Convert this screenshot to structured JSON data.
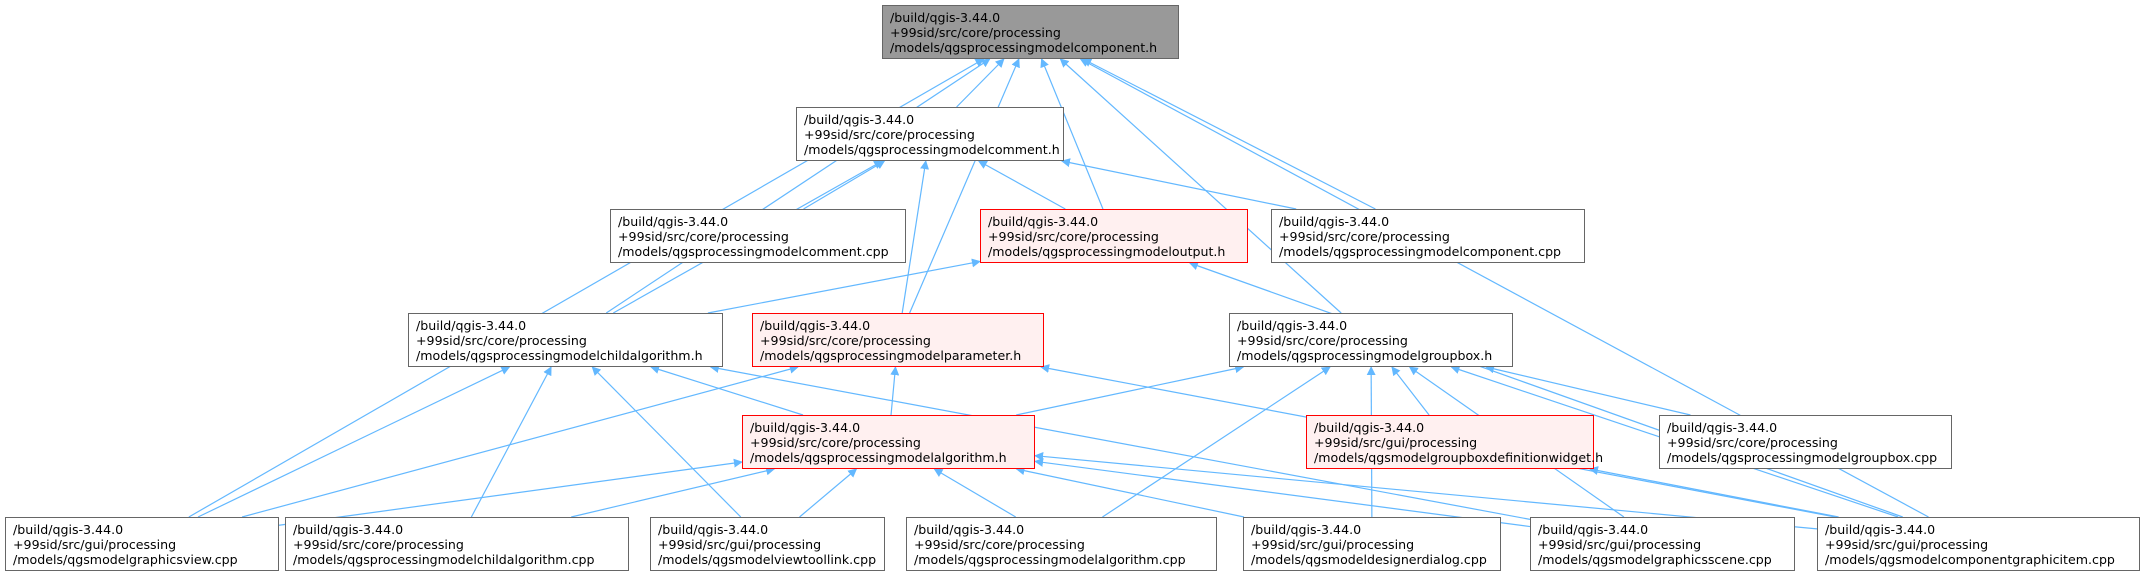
{
  "colors": {
    "edge": "#63b8ff",
    "border": "#666666",
    "root_fill": "#999999",
    "highlight_fill": "#fff0f0",
    "highlight_border": "#ff0000"
  },
  "nodes": [
    {
      "id": "component_h",
      "style": "root",
      "lines": [
        "/build/qgis-3.44.0",
        "+99sid/src/core/processing",
        "/models/qgsprocessingmodelcomponent.h"
      ]
    },
    {
      "id": "comment_h",
      "style": "plain",
      "lines": [
        "/build/qgis-3.44.0",
        "+99sid/src/core/processing",
        "/models/qgsprocessingmodelcomment.h"
      ]
    },
    {
      "id": "comment_cpp",
      "style": "plain",
      "lines": [
        "/build/qgis-3.44.0",
        "+99sid/src/core/processing",
        "/models/qgsprocessingmodelcomment.cpp"
      ]
    },
    {
      "id": "output_h",
      "style": "red",
      "lines": [
        "/build/qgis-3.44.0",
        "+99sid/src/core/processing",
        "/models/qgsprocessingmodeloutput.h"
      ]
    },
    {
      "id": "component_cpp",
      "style": "plain",
      "lines": [
        "/build/qgis-3.44.0",
        "+99sid/src/core/processing",
        "/models/qgsprocessingmodelcomponent.cpp"
      ]
    },
    {
      "id": "childalg_h",
      "style": "plain",
      "lines": [
        "/build/qgis-3.44.0",
        "+99sid/src/core/processing",
        "/models/qgsprocessingmodelchildalgorithm.h"
      ]
    },
    {
      "id": "parameter_h",
      "style": "red",
      "lines": [
        "/build/qgis-3.44.0",
        "+99sid/src/core/processing",
        "/models/qgsprocessingmodelparameter.h"
      ]
    },
    {
      "id": "groupbox_h",
      "style": "plain",
      "lines": [
        "/build/qgis-3.44.0",
        "+99sid/src/core/processing",
        "/models/qgsprocessingmodelgroupbox.h"
      ]
    },
    {
      "id": "algorithm_h",
      "style": "red",
      "lines": [
        "/build/qgis-3.44.0",
        "+99sid/src/core/processing",
        "/models/qgsprocessingmodelalgorithm.h"
      ]
    },
    {
      "id": "groupboxdef_h",
      "style": "red",
      "lines": [
        "/build/qgis-3.44.0",
        "+99sid/src/gui/processing",
        "/models/qgsmodelgroupboxdefinitionwidget.h"
      ]
    },
    {
      "id": "groupbox_cpp",
      "style": "plain",
      "lines": [
        "/build/qgis-3.44.0",
        "+99sid/src/core/processing",
        "/models/qgsprocessingmodelgroupbox.cpp"
      ]
    },
    {
      "id": "graphicsview_cpp",
      "style": "plain",
      "lines": [
        "/build/qgis-3.44.0",
        "+99sid/src/gui/processing",
        "/models/qgsmodelgraphicsview.cpp"
      ]
    },
    {
      "id": "childalg_cpp",
      "style": "plain",
      "lines": [
        "/build/qgis-3.44.0",
        "+99sid/src/core/processing",
        "/models/qgsprocessingmodelchildalgorithm.cpp"
      ]
    },
    {
      "id": "viewtoollink_cpp",
      "style": "plain",
      "lines": [
        "/build/qgis-3.44.0",
        "+99sid/src/gui/processing",
        "/models/qgsmodelviewtoollink.cpp"
      ]
    },
    {
      "id": "algorithm_cpp",
      "style": "plain",
      "lines": [
        "/build/qgis-3.44.0",
        "+99sid/src/core/processing",
        "/models/qgsprocessingmodelalgorithm.cpp"
      ]
    },
    {
      "id": "designerdialog_cpp",
      "style": "plain",
      "lines": [
        "/build/qgis-3.44.0",
        "+99sid/src/gui/processing",
        "/models/qgsmodeldesignerdialog.cpp"
      ]
    },
    {
      "id": "graphicsscene_cpp",
      "style": "plain",
      "lines": [
        "/build/qgis-3.44.0",
        "+99sid/src/gui/processing",
        "/models/qgsmodelgraphicsscene.cpp"
      ]
    },
    {
      "id": "componentgraphicitem_cpp",
      "style": "plain",
      "lines": [
        "/build/qgis-3.44.0",
        "+99sid/src/gui/processing",
        "/models/qgsmodelcomponentgraphicitem.cpp"
      ]
    }
  ],
  "edges": [
    [
      "comment_h",
      "component_h"
    ],
    [
      "output_h",
      "component_h"
    ],
    [
      "component_cpp",
      "component_h"
    ],
    [
      "childalg_h",
      "component_h"
    ],
    [
      "parameter_h",
      "component_h"
    ],
    [
      "groupbox_h",
      "component_h"
    ],
    [
      "graphicsview_cpp",
      "component_h"
    ],
    [
      "componentgraphicitem_cpp",
      "component_h"
    ],
    [
      "comment_cpp",
      "comment_h"
    ],
    [
      "output_h",
      "comment_h"
    ],
    [
      "component_cpp",
      "comment_h"
    ],
    [
      "childalg_h",
      "comment_h"
    ],
    [
      "parameter_h",
      "comment_h"
    ],
    [
      "childalg_h",
      "output_h"
    ],
    [
      "componentgraphicitem_cpp",
      "output_h"
    ],
    [
      "algorithm_h",
      "childalg_h"
    ],
    [
      "graphicsview_cpp",
      "childalg_h"
    ],
    [
      "childalg_cpp",
      "childalg_h"
    ],
    [
      "viewtoollink_cpp",
      "childalg_h"
    ],
    [
      "graphicsscene_cpp",
      "childalg_h"
    ],
    [
      "algorithm_h",
      "parameter_h"
    ],
    [
      "graphicsview_cpp",
      "parameter_h"
    ],
    [
      "componentgraphicitem_cpp",
      "parameter_h"
    ],
    [
      "algorithm_h",
      "groupbox_h"
    ],
    [
      "groupboxdef_h",
      "groupbox_h"
    ],
    [
      "groupbox_cpp",
      "groupbox_h"
    ],
    [
      "algorithm_cpp",
      "groupbox_h"
    ],
    [
      "designerdialog_cpp",
      "groupbox_h"
    ],
    [
      "graphicsscene_cpp",
      "groupbox_h"
    ],
    [
      "componentgraphicitem_cpp",
      "groupbox_h"
    ],
    [
      "graphicsview_cpp",
      "algorithm_h"
    ],
    [
      "childalg_cpp",
      "algorithm_h"
    ],
    [
      "viewtoollink_cpp",
      "algorithm_h"
    ],
    [
      "algorithm_cpp",
      "algorithm_h"
    ],
    [
      "designerdialog_cpp",
      "algorithm_h"
    ],
    [
      "graphicsscene_cpp",
      "algorithm_h"
    ],
    [
      "componentgraphicitem_cpp",
      "algorithm_h"
    ],
    [
      "componentgraphicitem_cpp",
      "groupboxdef_h"
    ]
  ]
}
